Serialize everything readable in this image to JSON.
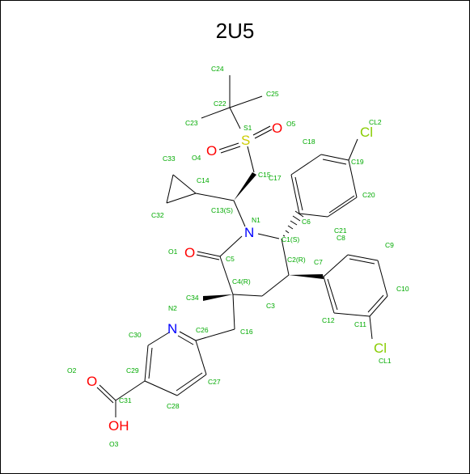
{
  "title": "2U5",
  "colors": {
    "bond": "#000000",
    "carbon_label": "#00aa00",
    "nitrogen": "#0000ff",
    "oxygen": "#ff0000",
    "sulfur": "#cccc00",
    "chlorine": "#88cc00"
  },
  "atoms": {
    "CL2": "CL2",
    "Cl_top": "Cl",
    "C18": "C18",
    "C19": "C19",
    "C20": "C20",
    "C21": "C21",
    "C24": "C24",
    "C25": "C25",
    "C22": "C22",
    "C23": "C23",
    "S1": "S1",
    "S_sym": "S",
    "O5": "O5",
    "O_top_right": "O",
    "O4": "O4",
    "O_top_left": "O",
    "C33": "C33",
    "C14": "C14",
    "C15": "C15",
    "C17": "C17",
    "C32": "C32",
    "C13S": "C13(S)",
    "N1": "N1",
    "N_sym1": "N",
    "C1S": "C1(S)",
    "C6": "C6",
    "C8": "C8",
    "C9": "C9",
    "O1": "O1",
    "O_mid": "O",
    "C5": "C5",
    "C2R": "C2(R)",
    "C7": "C7",
    "C4R": "C4(R)",
    "C10": "C10",
    "C34": "C34",
    "C3": "C3",
    "N2": "N2",
    "N_sym2": "N",
    "C12": "C12",
    "C11": "C11",
    "C30": "C30",
    "C26": "C26",
    "C16": "C16",
    "Cl_bot": "Cl",
    "CL1": "CL1",
    "O2": "O2",
    "O_bot": "O",
    "C29": "C29",
    "C27": "C27",
    "C31": "C31",
    "C28": "C28",
    "OH_sym": "OH",
    "O3": "O3"
  }
}
